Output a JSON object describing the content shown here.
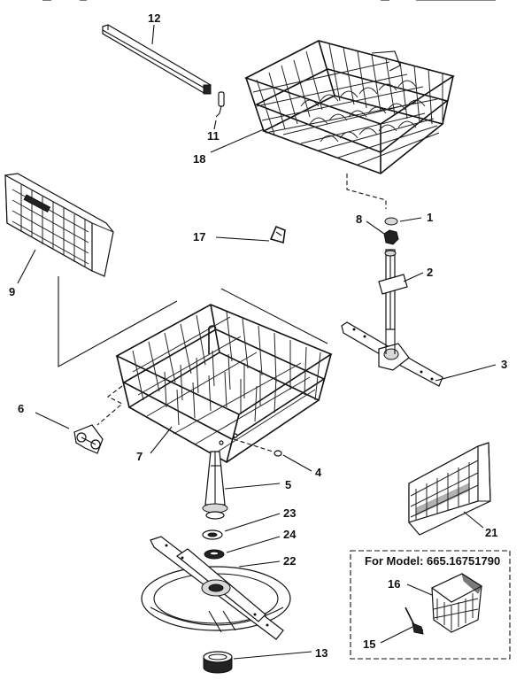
{
  "labels": {
    "p1": "1",
    "p2": "2",
    "p3": "3",
    "p4": "4",
    "p5": "5",
    "p6": "6",
    "p7": "7",
    "p8": "8",
    "p9": "9",
    "p11": "11",
    "p12": "12",
    "p13": "13",
    "p15": "15",
    "p16": "16",
    "p17": "17",
    "p18": "18",
    "p21": "21",
    "p22": "22",
    "p23": "23",
    "p24": "24"
  },
  "model_box": {
    "title": "For Model: 665.16751790"
  }
}
